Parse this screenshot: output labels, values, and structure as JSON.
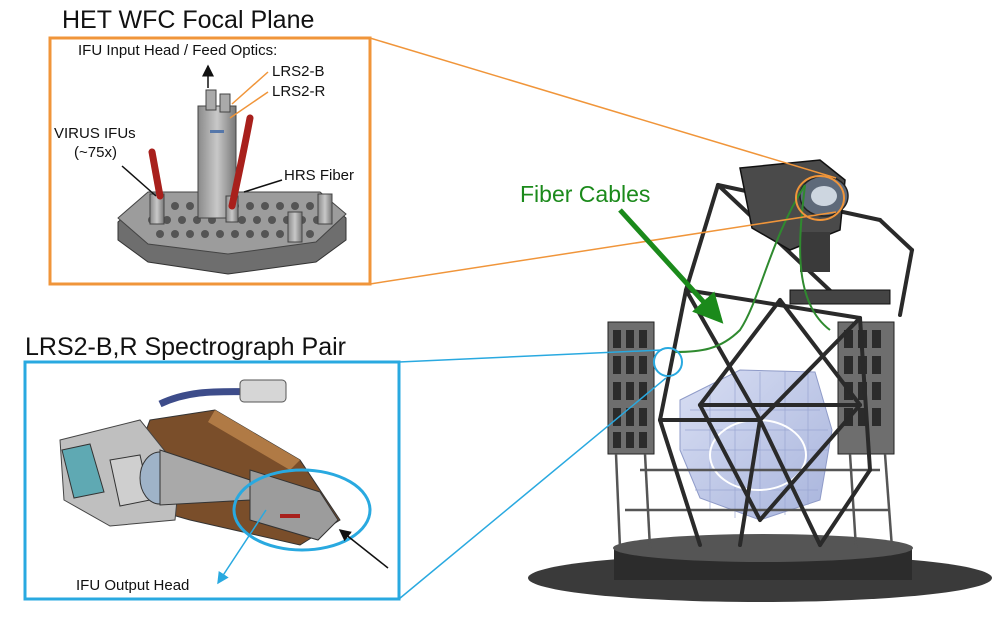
{
  "titles": {
    "focal_plane": "HET WFC Focal Plane",
    "spectrograph": "LRS2-B,R Spectrograph Pair"
  },
  "labels": {
    "ifu_input_head": "IFU Input Head / Feed Optics:",
    "lrs2_b": "LRS2-B",
    "lrs2_r": "LRS2-R",
    "virus_ifus_line1": "VIRUS IFUs",
    "virus_ifus_line2": "(~75x)",
    "hrs_fiber": "HRS Fiber",
    "fiber_cables": "Fiber Cables",
    "ifu_output_head": "IFU Output Head"
  },
  "colors": {
    "focal_plane_frame": "#f0953a",
    "spectrograph_frame": "#29a9e0",
    "fiber_cables_text": "#1b8a1b",
    "fiber_red": "#a8201c",
    "truss": "#2a2a2a",
    "mirror": "#b9c4e6"
  }
}
